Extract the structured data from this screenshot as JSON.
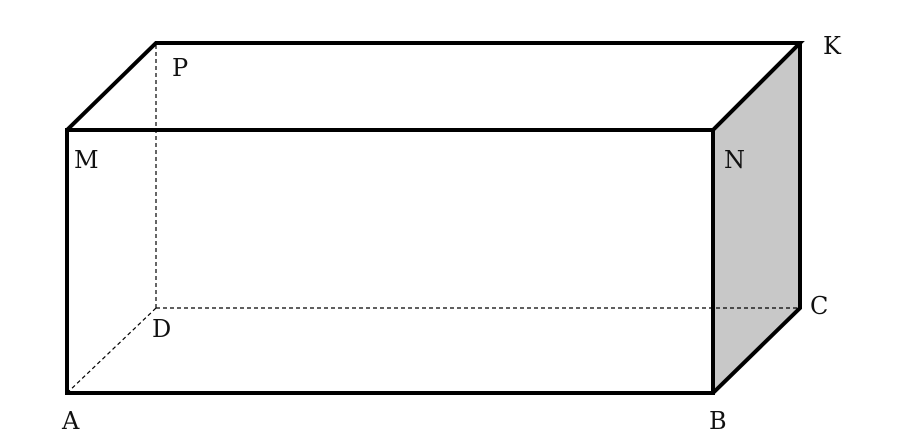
{
  "figure": {
    "shape": "rectangular-box",
    "face_fill": "#c8c8c8",
    "edge_color": "#000000",
    "hidden_edge_style": "dashed",
    "vertices": {
      "A": "A",
      "B": "B",
      "C": "C",
      "D": "D",
      "M": "M",
      "N": "N",
      "K": "K",
      "P": "P"
    },
    "shaded_face": [
      "B",
      "C",
      "K",
      "N"
    ],
    "visible_edges": [
      [
        "A",
        "B"
      ],
      [
        "B",
        "N"
      ],
      [
        "N",
        "M"
      ],
      [
        "M",
        "A"
      ],
      [
        "M",
        "P"
      ],
      [
        "P",
        "K"
      ],
      [
        "K",
        "N"
      ],
      [
        "K",
        "C"
      ],
      [
        "C",
        "B"
      ]
    ],
    "hidden_edges": [
      [
        "A",
        "D"
      ],
      [
        "D",
        "C"
      ],
      [
        "D",
        "P"
      ]
    ]
  }
}
